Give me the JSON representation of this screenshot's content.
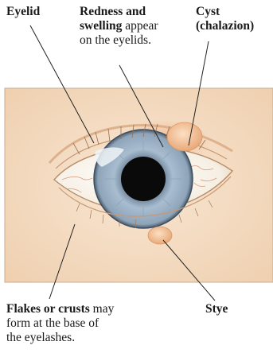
{
  "labels": {
    "eyelid": "Eyelid",
    "redness_bold_1": "Redness and",
    "redness_bold_2": "swelling",
    "redness_rest_2": " appear",
    "redness_3": "on the eyelids.",
    "cyst_1": "Cyst",
    "cyst_2": "(chalazion)",
    "flakes_bold": "Flakes or crusts",
    "flakes_rest_1": " may",
    "flakes_2": "form at the base of",
    "flakes_3": "the eyelashes.",
    "stye": "Stye"
  },
  "colors": {
    "skin_frame": "#f6dfc6",
    "skin_border": "#c8a98a",
    "sclera": "#fbf6ee",
    "iris": "#9fb4c8",
    "pupil": "#0a0a0a",
    "swelling": "#f0b98b",
    "leader_line": "#222222"
  }
}
